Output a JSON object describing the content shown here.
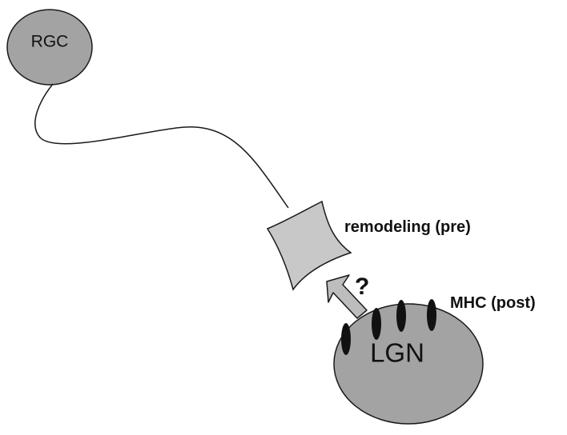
{
  "labels": {
    "rgc": "RGC",
    "remodeling": "remodeling (pre)",
    "question": "?",
    "mhc": "MHC (post)",
    "lgn": "LGN"
  },
  "colors": {
    "cell_fill": "#a3a3a3",
    "terminal_fill": "#c8c8c8",
    "arrow_fill": "#bdbdbd",
    "mhc_fill": "#111111",
    "stroke": "#1a1a1a",
    "text": "#111111"
  }
}
